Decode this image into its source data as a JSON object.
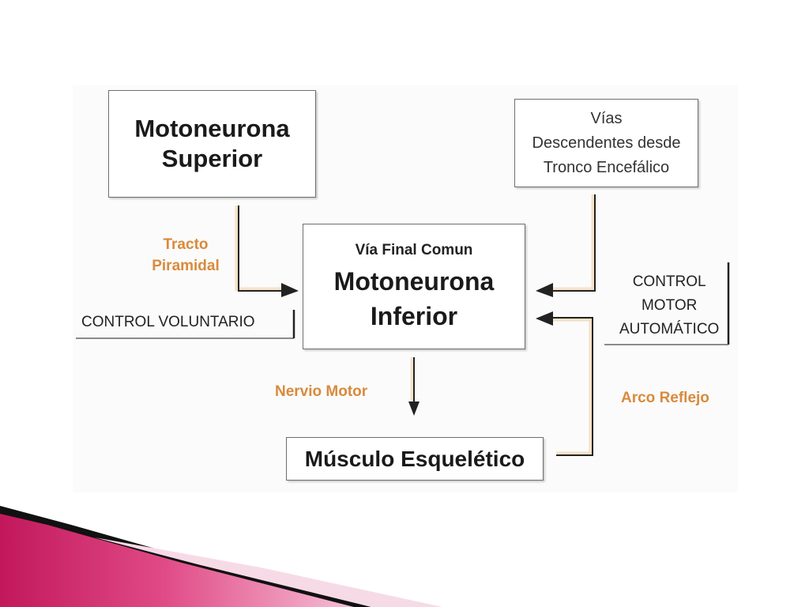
{
  "diagram": {
    "superior": {
      "line1": "Motoneurona",
      "line2": "Superior"
    },
    "vias": {
      "line1": "Vías",
      "line2": "Descendentes desde",
      "line3": "Tronco Encefálico"
    },
    "inferior": {
      "header": "Vía Final Comun",
      "line1": "Motoneurona",
      "line2": "Inferior"
    },
    "musculo": {
      "label": "Músculo Esquelético"
    },
    "tracto": {
      "line1": "Tracto",
      "line2": "Piramidal"
    },
    "control_voluntario": "CONTROL VOLUNTARIO",
    "control_motor": {
      "line1": "CONTROL",
      "line2": "MOTOR",
      "line3": "AUTOMÁTICO"
    },
    "nervio_motor": "Nervio Motor",
    "arco_reflejo": "Arco Reflejo"
  },
  "colors": {
    "accent_orange": "#d98a3c",
    "arrow_fill": "#f4e2c8",
    "slide_pink": "#d61a68"
  }
}
